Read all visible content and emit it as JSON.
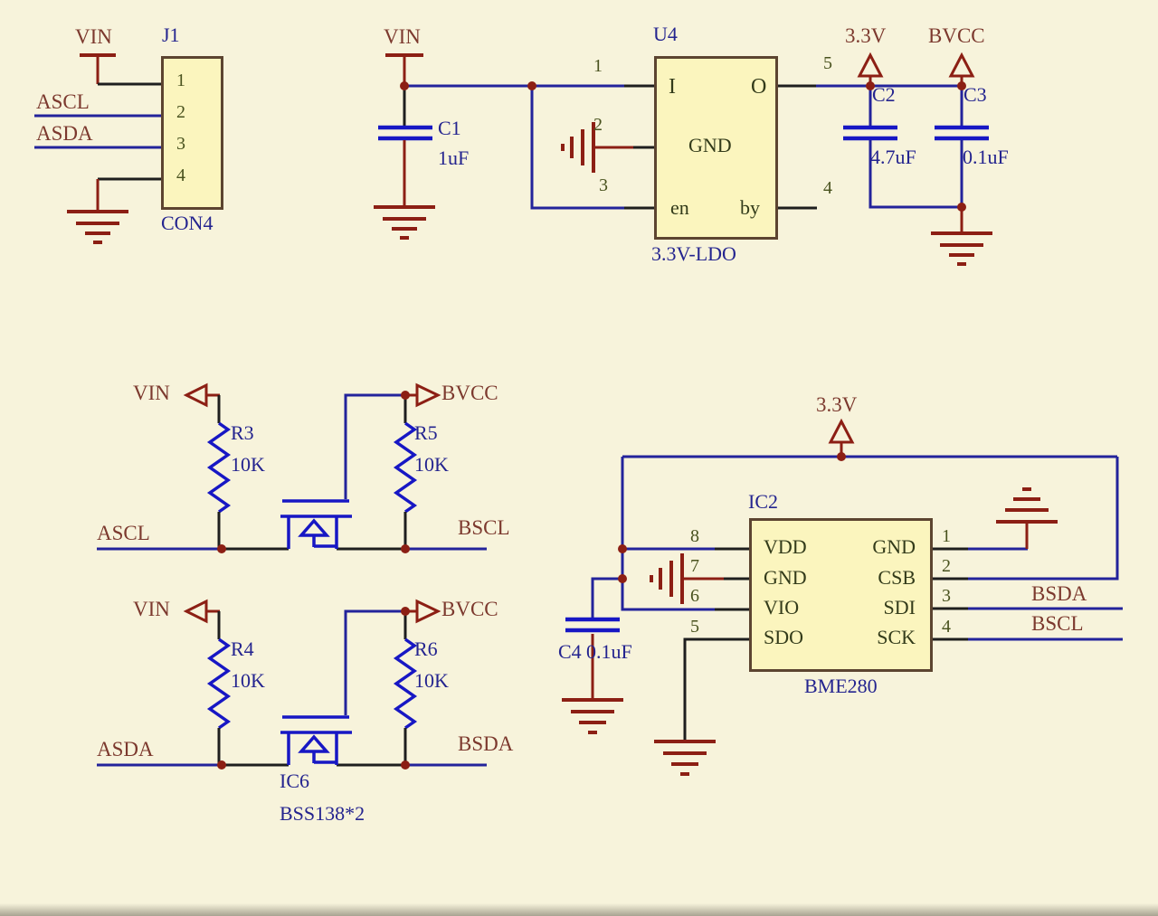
{
  "colors": {
    "background": "#f7f3db",
    "wire_blue": "#23239b",
    "wire_black": "#1e1e1e",
    "power_red": "#8c1f14",
    "component_blue": "#1717c4",
    "box_fill": "#fbf5be",
    "box_border": "#5c4430",
    "net_label_text": "#7c392e",
    "designator_text": "#24248f",
    "pin_number_text": "#49521e",
    "pin_name_text": "#333b1a"
  },
  "j1": {
    "net_vin": "VIN",
    "ref": "J1",
    "net_ascl": "ASCL",
    "net_asda": "ASDA",
    "pin1": "1",
    "pin2": "2",
    "pin3": "3",
    "pin4": "4",
    "part": "CON4"
  },
  "ldo": {
    "net_vin": "VIN",
    "ref": "U4",
    "part": "3.3V-LDO",
    "c1_ref": "C1",
    "c1_val": "1uF",
    "pin_i": "I",
    "pin_o": "O",
    "pin_gnd": "GND",
    "pin_en": "en",
    "pin_by": "by",
    "n1": "1",
    "n2": "2",
    "n3": "3",
    "n4": "4",
    "n5": "5",
    "net_3v3": "3.3V",
    "net_bvcc": "BVCC",
    "c2_ref": "C2",
    "c2_val": "4.7uF",
    "c3_ref": "C3",
    "c3_val": "0.1uF"
  },
  "scl_shift": {
    "net_vin": "VIN",
    "net_bvcc": "BVCC",
    "ra_ref": "R3",
    "ra_val": "10K",
    "rb_ref": "R5",
    "rb_val": "10K",
    "net_a": "ASCL",
    "net_b": "BSCL"
  },
  "sda_shift": {
    "net_vin": "VIN",
    "net_bvcc": "BVCC",
    "ra_ref": "R4",
    "ra_val": "10K",
    "rb_ref": "R6",
    "rb_val": "10K",
    "net_a": "ASDA",
    "net_b": "BSDA",
    "ic_ref": "IC6",
    "ic_part": "BSS138*2"
  },
  "bme": {
    "net_3v3": "3.3V",
    "ref": "IC2",
    "part": "BME280",
    "c4_ref": "C4",
    "c4_val": "0.1uF",
    "lpins": [
      {
        "n": "8",
        "name": "VDD"
      },
      {
        "n": "7",
        "name": "GND"
      },
      {
        "n": "6",
        "name": "VIO"
      },
      {
        "n": "5",
        "name": "SDO"
      }
    ],
    "rpins": [
      {
        "n": "1",
        "name": "GND"
      },
      {
        "n": "2",
        "name": "CSB"
      },
      {
        "n": "3",
        "name": "SDI"
      },
      {
        "n": "4",
        "name": "SCK"
      }
    ],
    "net_bsda": "BSDA",
    "net_bscl": "BSCL"
  }
}
